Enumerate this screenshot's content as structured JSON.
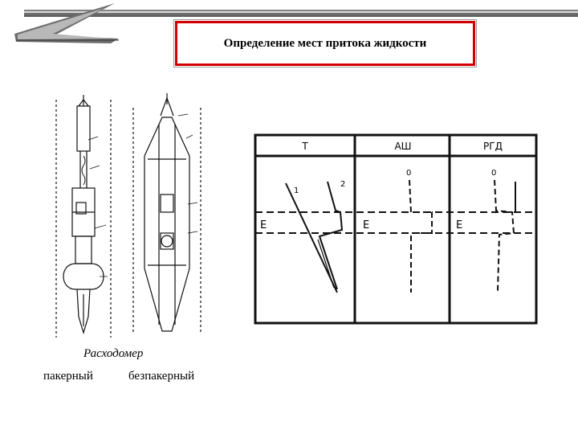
{
  "title": "Определение мест притока жидкости",
  "captions": {
    "main": "Расходомер",
    "left": "пакерный",
    "right": "безпакерный"
  },
  "graph": {
    "columns": [
      "Т",
      "АШ",
      "РГД"
    ],
    "curve_labels": [
      "1",
      "2"
    ],
    "zero_labels": [
      "0",
      "0"
    ],
    "interval_labels": [
      "Е",
      "Е",
      "Е"
    ]
  },
  "colors": {
    "title_border": "#d40000",
    "top_bar": "#777777"
  }
}
